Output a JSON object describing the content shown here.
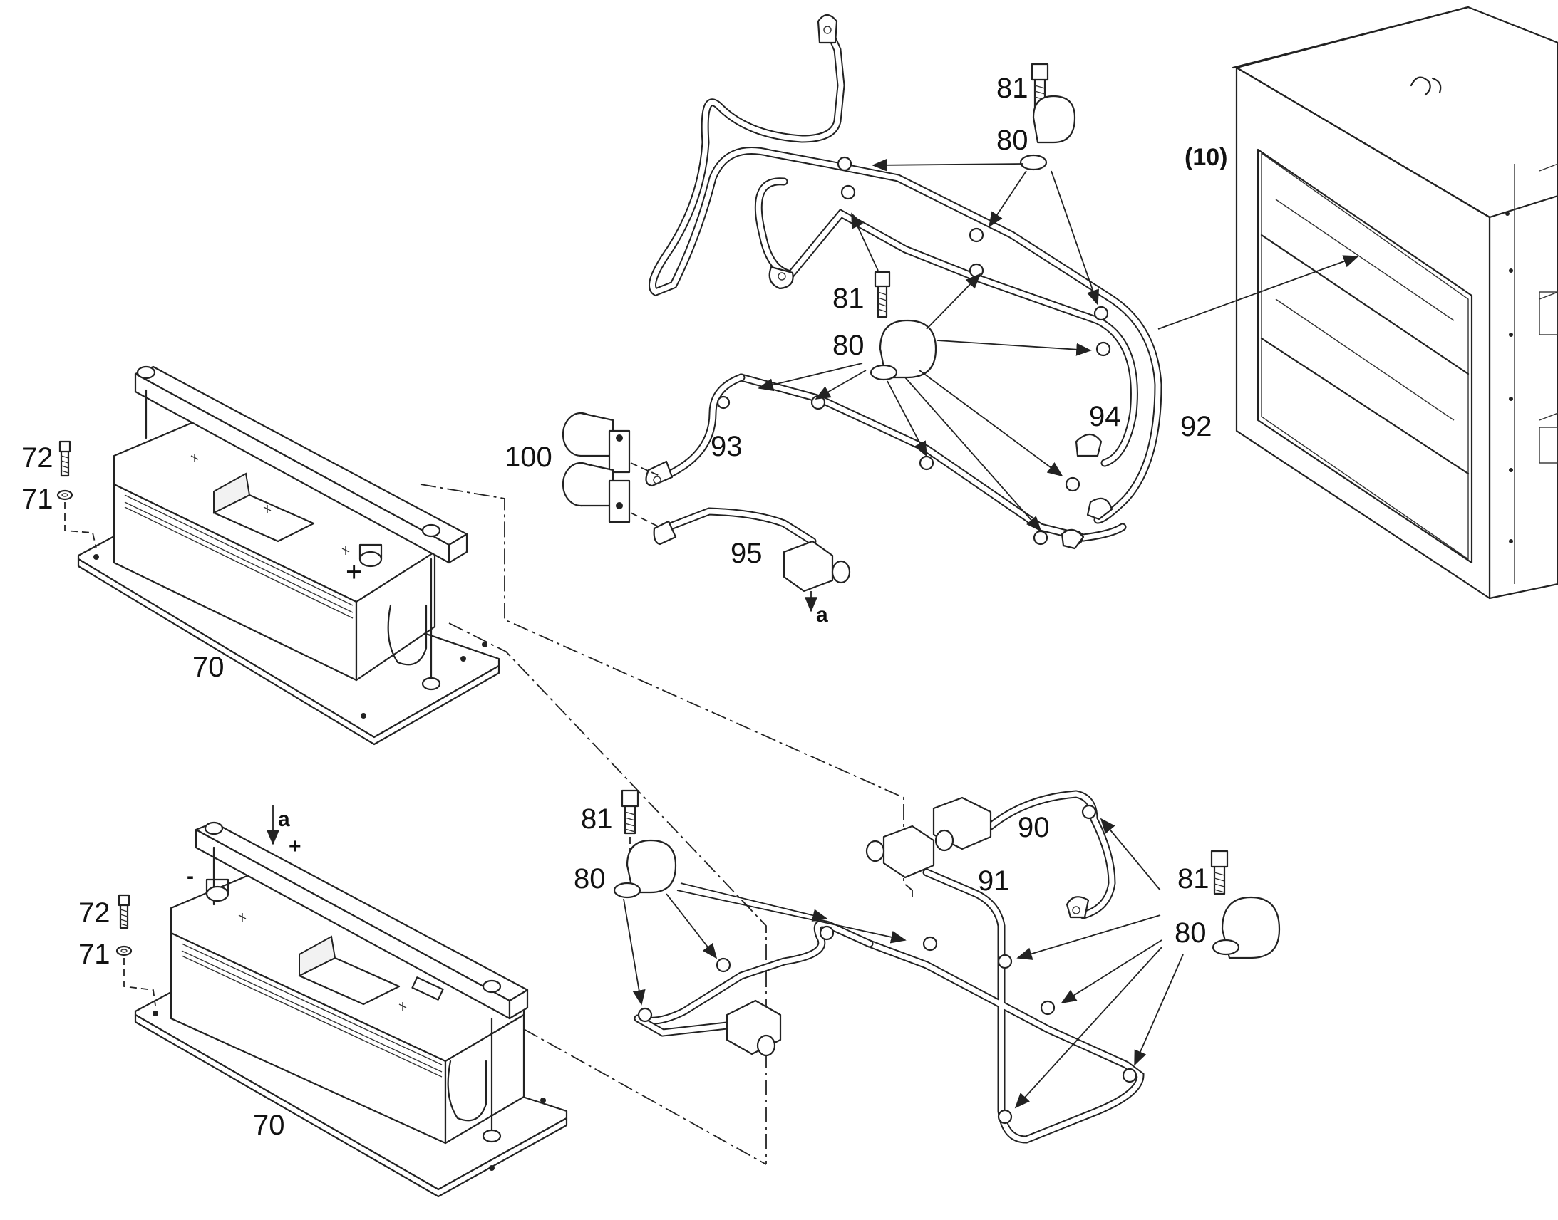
{
  "figure": {
    "callouts": {
      "c_10": "(10)",
      "c_81_a": "81",
      "c_80_a": "80",
      "c_81_b": "81",
      "c_80_b": "80",
      "c_94": "94",
      "c_92": "92",
      "c_93": "93",
      "c_100": "100",
      "c_95": "95",
      "c_a_top": "a",
      "c_72_top": "72",
      "c_71_top": "71",
      "c_70_top": "70",
      "c_a_bottom": "a",
      "c_72_bottom": "72",
      "c_71_bottom": "71",
      "c_70_bottom": "70",
      "c_81_c": "81",
      "c_80_c": "80",
      "c_90": "90",
      "c_91": "91",
      "c_81_d": "81",
      "c_80_d": "80"
    },
    "battery_terminal_marks": {
      "plus_top": "+",
      "minus_bottom": "-",
      "plus_bottom": "+"
    }
  }
}
